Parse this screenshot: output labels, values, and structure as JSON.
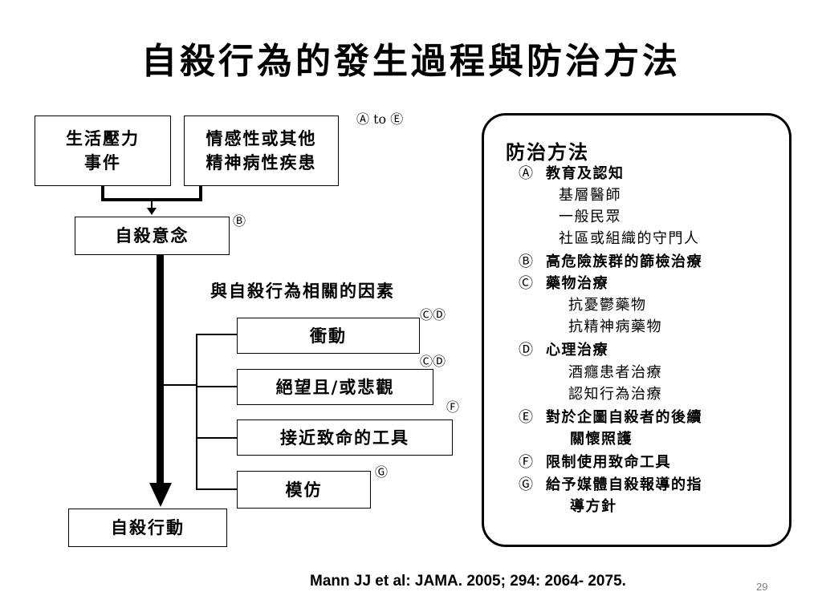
{
  "title": "自殺行為的發生過程與防治方法",
  "flow": {
    "life_stress_line1": "生活壓力",
    "life_stress_line2": "事件",
    "mental_line1": "情感性或其他",
    "mental_line2": "精神病性疾患",
    "ideation": "自殺意念",
    "factors_heading": "與自殺行為相關的因素",
    "factors": [
      "衝動",
      "絕望且/或悲觀",
      "接近致命的工具",
      "模仿"
    ],
    "action": "自殺行動"
  },
  "tags": {
    "a_to_e": "Ⓐ to Ⓔ",
    "b": "Ⓑ",
    "cd_1": "ⒸⒹ",
    "cd_2": "ⒸⒹ",
    "f": "Ⓕ",
    "g": "Ⓖ"
  },
  "methods": {
    "title": "防治方法",
    "items": [
      {
        "marker": "Ⓐ",
        "text": "教育及認知",
        "subs": [
          "基層醫師",
          "一般民眾",
          "社區或組織的守門人"
        ]
      },
      {
        "marker": "Ⓑ",
        "text": "高危險族群的篩檢治療",
        "subs": []
      },
      {
        "marker": "Ⓒ",
        "text": "藥物治療",
        "subs": [
          "抗憂鬱藥物",
          "抗精神病藥物"
        ]
      },
      {
        "marker": "Ⓓ",
        "text": "心理治療",
        "subs": [
          "酒癮患者治療",
          "認知行為治療"
        ]
      },
      {
        "marker": "Ⓔ",
        "text": "對於企圖自殺者的後續",
        "text2": "關懷照護",
        "subs": []
      },
      {
        "marker": "Ⓕ",
        "text": "限制使用致命工具",
        "subs": []
      },
      {
        "marker": "Ⓖ",
        "text": "給予媒體自殺報導的指",
        "text2": "導方針",
        "subs": []
      }
    ]
  },
  "citation": "Mann JJ et al: JAMA. 2005; 294: 2064- 2075.",
  "page_number": "29"
}
